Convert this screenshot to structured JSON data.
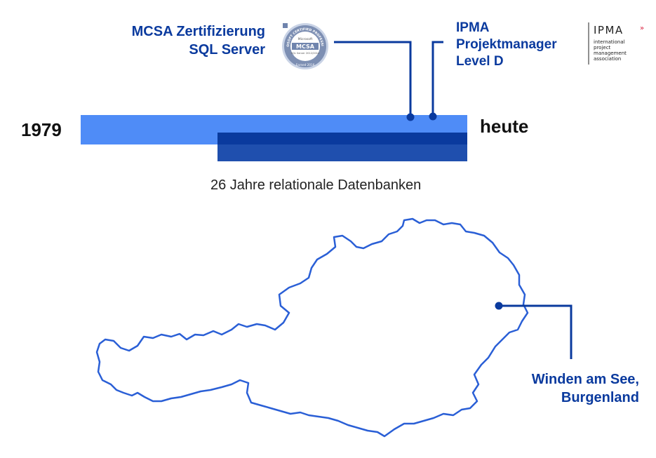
{
  "certifications": {
    "mcsa": {
      "title_line1": "MCSA Zertifizierung",
      "title_line2": "SQL Server",
      "badge": {
        "icon": "mcsa-badge-icon",
        "top_text": "MICROSOFT CERTIFIED PROFESSIONAL",
        "brand": "Microsoft",
        "name": "MCSA",
        "sub": "SQL Server 2012/2014",
        "earned": "Earned 2016"
      }
    },
    "ipma": {
      "title_line1": "IPMA",
      "title_line2": "Projektmanager",
      "title_line3": "Level D",
      "logo": {
        "icon": "ipma-logo-icon",
        "wordmark": "IPMA",
        "line1": "international",
        "line2": "project",
        "line3": "management",
        "line4": "association"
      }
    }
  },
  "timeline": {
    "start_label": "1979",
    "end_label": "heute",
    "caption": "26 Jahre relationale Datenbanken",
    "colors": {
      "light_bar": "#4f8cf7",
      "dark_bar": "#1f4fae",
      "accent": "#0a3a9e"
    }
  },
  "map": {
    "icon": "austria-map-icon",
    "location_line1": "Winden am See,",
    "location_line2": "Burgenland",
    "outline_color": "#2a5fd6"
  }
}
